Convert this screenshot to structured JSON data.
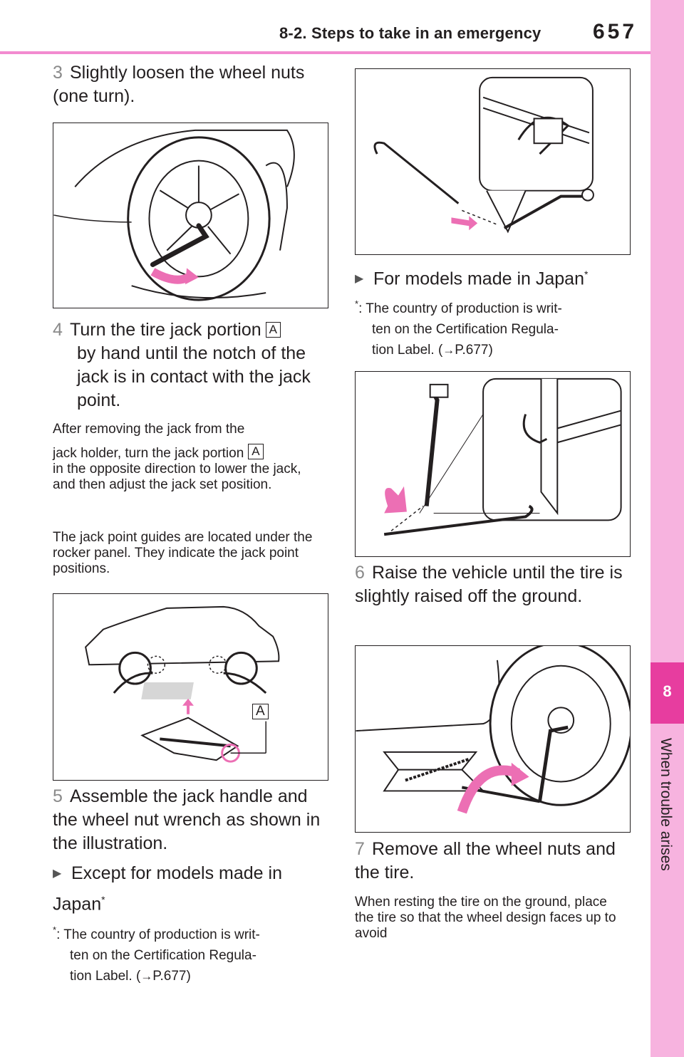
{
  "header": {
    "title": "8-2. Steps to take in an emergency",
    "page_number": "657"
  },
  "side_tab": {
    "chapter_number": "8",
    "chapter_label": "When trouble arises"
  },
  "callout_letter": "A",
  "steps": {
    "s3": {
      "num": "3",
      "text": "Slightly loosen the wheel nuts (one turn)."
    },
    "s4": {
      "num": "4",
      "text": "Turn the tire jack portion",
      "text2": "by hand until the notch of the jack is in contact with the jack point."
    },
    "s5": {
      "num": "5",
      "text": "Assemble the jack handle and the wheel nut wrench as shown in the illustration."
    },
    "s6": {
      "num": "6",
      "text": "Raise the vehicle until the tire is slightly raised off the ground."
    },
    "s7": {
      "num": "7",
      "text": "Remove all the wheel nuts and the tire."
    }
  },
  "notes": {
    "n1a": "After removing the jack from the",
    "n1b": "jack holder, turn the jack portion",
    "n1c": "in the opposite direction to lower the jack, and then adjust the jack set position.",
    "n2": "The jack point guides are located under the rocker panel. They indicate the jack point positions.",
    "n3": "When resting the tire on the ground, place the tire so that the wheel design faces up to avoid"
  },
  "bullets": {
    "b1": "Except for models made in Japan",
    "b2": "For models made in Japan"
  },
  "footnotes": {
    "mark": "*",
    "line1": ": The country of production is writ-",
    "line2": "ten on the Certification Regula-",
    "line3_pre": "tion Label. (",
    "arrow": "→",
    "line3_ref": "P.677)"
  },
  "colors": {
    "accent_pink": "#e73d9f",
    "tab_pink": "#f7b3df",
    "rule_pink": "#f28bd0",
    "arrow_pink": "#ec6fb4"
  }
}
